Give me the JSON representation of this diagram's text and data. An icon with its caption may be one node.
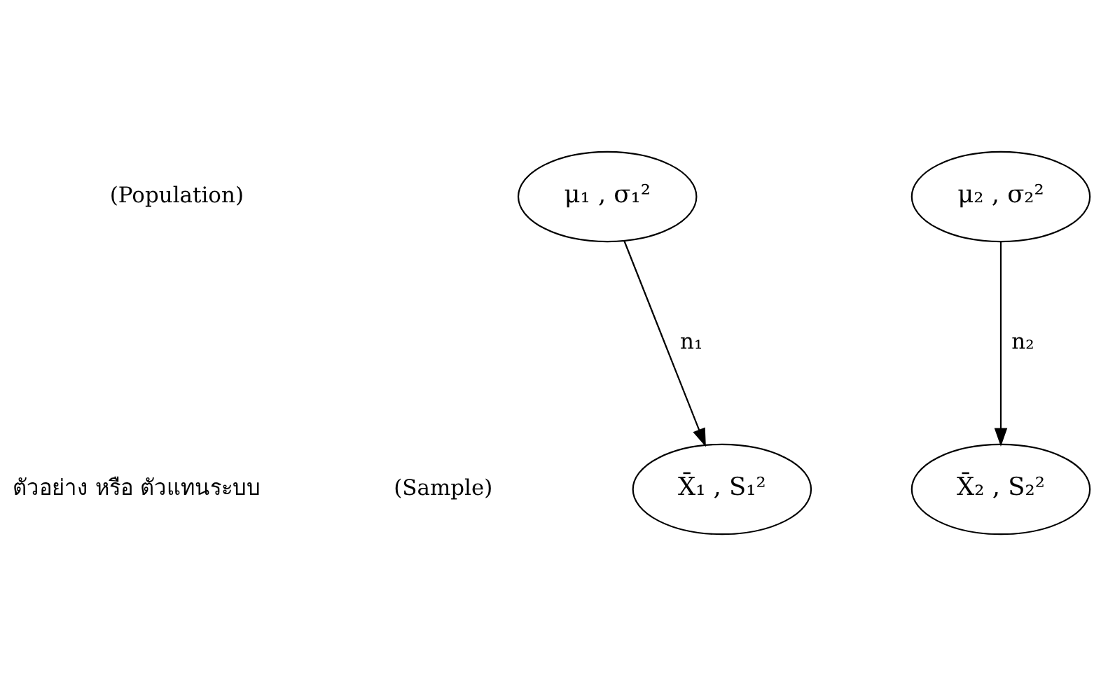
{
  "diagram": {
    "nodes": [
      {
        "text": [
          "μ₁ , σ₁²"
        ]
      },
      {
        "text": [
          "μ₂ , σ₂²"
        ]
      },
      {
        "text": [
          "X̄₁ , S₁²"
        ]
      },
      {
        "text": [
          "X̄₂ , S₂²"
        ]
      }
    ],
    "edges": [
      {
        "from": 0,
        "to": 2,
        "arrow": "to",
        "label": "n₁"
      },
      {
        "from": 1,
        "to": 3,
        "arrow": "to",
        "label": "n₂"
      }
    ],
    "labels": [
      "(Population)",
      "ตัวอย่าง หรือ ตัวแทนระบบ",
      "(Sample)"
    ]
  }
}
